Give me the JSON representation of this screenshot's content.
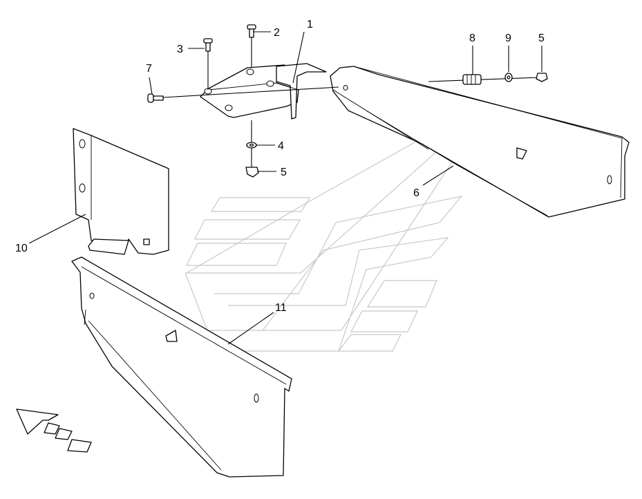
{
  "callouts": [
    {
      "id": "c1",
      "text": "1"
    },
    {
      "id": "c2",
      "text": "2"
    },
    {
      "id": "c3",
      "text": "3"
    },
    {
      "id": "c4",
      "text": "4"
    },
    {
      "id": "c5a",
      "text": "5"
    },
    {
      "id": "c5b",
      "text": "5"
    },
    {
      "id": "c6",
      "text": "6"
    },
    {
      "id": "c7",
      "text": "7"
    },
    {
      "id": "c8",
      "text": "8"
    },
    {
      "id": "c9",
      "text": "9"
    },
    {
      "id": "c10",
      "text": "10"
    },
    {
      "id": "c11",
      "text": "11"
    }
  ],
  "icons": {
    "direction_arrow": "arrow-left-down-icon",
    "watermark": "chevron-logo-watermark"
  }
}
